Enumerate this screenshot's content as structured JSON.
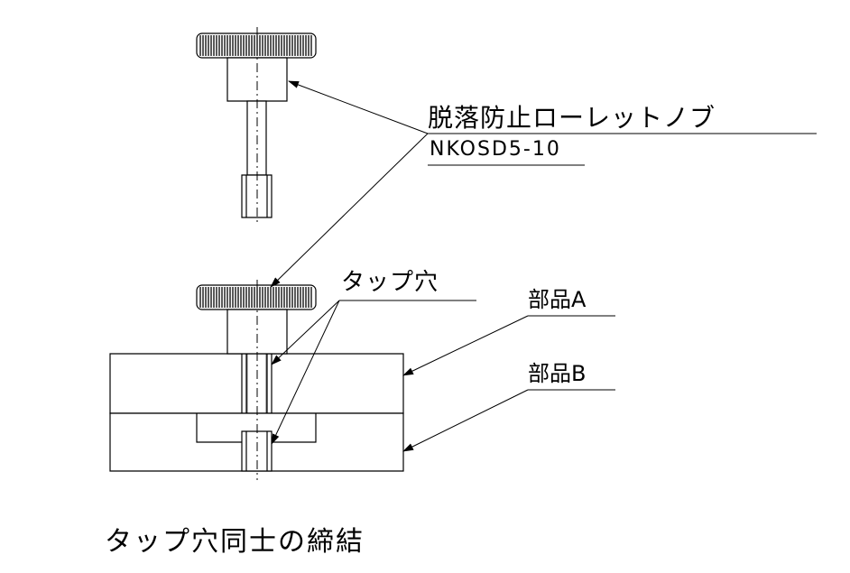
{
  "labels": {
    "part_name": "脱落防止ローレットノブ",
    "part_number": "NKOSD5-10",
    "tap_hole": "タップ穴",
    "part_a": "部品A",
    "part_b": "部品B"
  },
  "caption": "タップ穴同士の締結"
}
